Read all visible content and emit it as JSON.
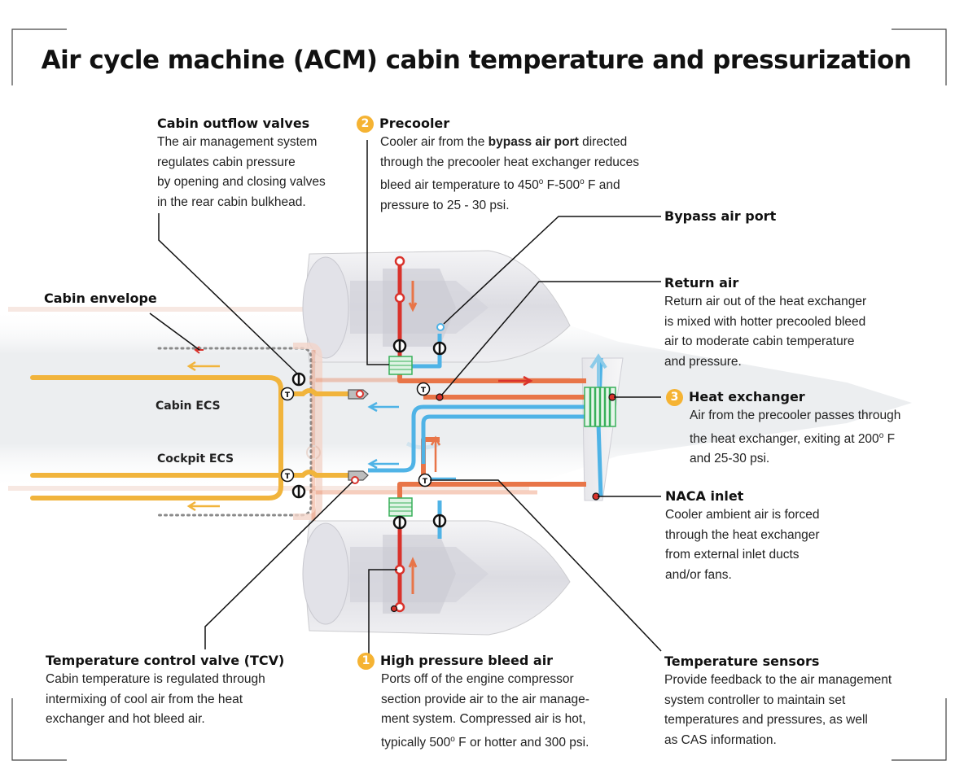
{
  "title": "Air cycle machine (ACM) cabin temperature and pressurization",
  "labels": {
    "cabin_envelope": "Cabin envelope",
    "cabin_ecs": "Cabin ECS",
    "cockpit_ecs": "Cockpit ECS",
    "bypass_air_port": "Bypass air port"
  },
  "callouts": {
    "outflow": {
      "title": "Cabin outflow valves",
      "lines": [
        "The air management system",
        "regulates cabin pressure",
        "by opening and closing valves",
        "in the rear cabin bulkhead."
      ]
    },
    "precooler": {
      "number": "2",
      "title": "Precooler",
      "line1_pre": "Cooler air from the ",
      "line1_bold": "bypass air port",
      "line1_post": " directed",
      "line2": "through the precooler heat exchanger reduces",
      "line3_a": "bleed air temperature to 450",
      "line3_b": "F-500",
      "line3_c": "F and",
      "line4": "pressure to 25 - 30 psi."
    },
    "return_air": {
      "title": "Return air",
      "lines": [
        "Return air out of the heat exchanger",
        "is mixed with hotter precooled bleed",
        "air to moderate cabin temperature",
        "and pressure."
      ]
    },
    "heat_exchanger": {
      "number": "3",
      "title": "Heat exchanger",
      "line1": "Air from the precooler passes through",
      "line2_a": "the heat exchanger, exiting at 200",
      "line2_b": "F",
      "line3": "and 25-30 psi."
    },
    "naca": {
      "title": "NACA inlet",
      "lines": [
        "Cooler ambient air is forced",
        "through the heat exchanger",
        "from external inlet ducts",
        "and/or fans."
      ]
    },
    "tcv": {
      "title": "Temperature control valve (TCV)",
      "lines": [
        "Cabin temperature is regulated through",
        "intermixing of cool air from the heat",
        "exchanger and hot bleed air."
      ]
    },
    "bleed": {
      "number": "1",
      "title": "High pressure bleed air",
      "line1": "Ports off of the engine compressor",
      "line2": "section provide air to the air manage-",
      "line3": "ment system. Compressed air is hot,",
      "line4_a": "typically 500",
      "line4_b": "F or hotter and 300 psi."
    },
    "sensors": {
      "title": "Temperature sensors",
      "lines": [
        "Provide feedback to the air management",
        "system controller to maintain set",
        "temperatures and pressures, as well",
        "as CAS information."
      ]
    },
    "degree": "o"
  },
  "symbols": {
    "sensor": "T"
  },
  "colors": {
    "hot_bleed": "#d9322b",
    "warm_air": "#e87548",
    "cool_air": "#4fb3e6",
    "cabin_supply": "#f1b43c",
    "badge": "#f5b333",
    "exchanger": "#38b05a"
  }
}
